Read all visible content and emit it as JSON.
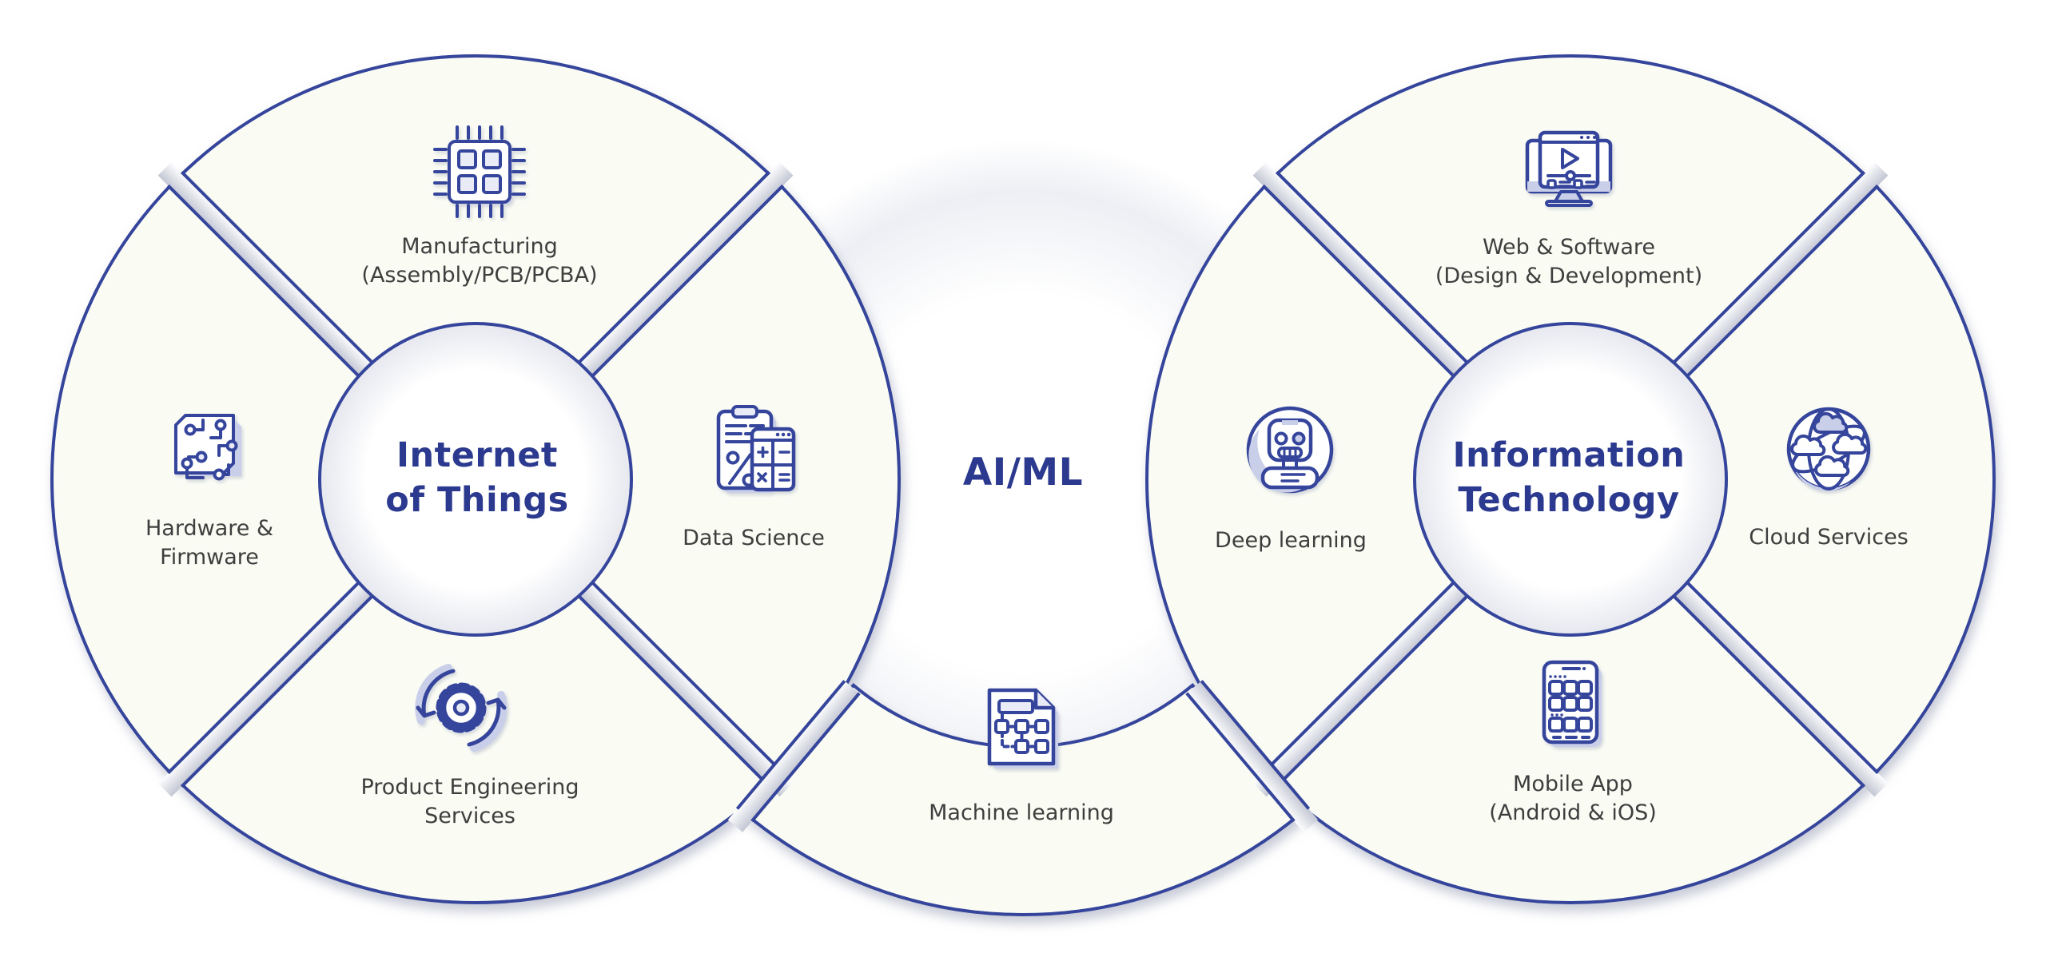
{
  "diagram": {
    "colors": {
      "accent": "#35459b",
      "segment_fill": "#fafcf4",
      "title_color": "#2b3a8e",
      "label_color": "#3e3e3e",
      "channel_gray": "#c3c7d3",
      "icon_shade": "#c9cfe8"
    },
    "clusters": [
      {
        "id": "iot",
        "title_lines": [
          "Internet",
          "of Things"
        ],
        "segments": [
          {
            "id": "manufacturing",
            "icon": "chip-icon",
            "label_lines": [
              "Manufacturing",
              "(Assembly/PCB/PCBA)"
            ]
          },
          {
            "id": "hardware-firmware",
            "icon": "circuit-board-icon",
            "label_lines": [
              "Hardware &",
              "Firmware"
            ]
          },
          {
            "id": "product-engineering-services",
            "icon": "gear-sync-icon",
            "label_lines": [
              "Product Engineering",
              "Services"
            ]
          }
        ]
      },
      {
        "id": "aiml",
        "title_lines": [
          "AI/ML"
        ],
        "segments": [
          {
            "id": "data-science",
            "icon": "calculator-clipboard-icon",
            "label_lines": [
              "Data Science"
            ]
          },
          {
            "id": "machine-learning",
            "icon": "flowchart-document-icon",
            "label_lines": [
              "Machine learning"
            ]
          },
          {
            "id": "deep-learning",
            "icon": "robot-icon",
            "label_lines": [
              "Deep learning"
            ]
          }
        ]
      },
      {
        "id": "it",
        "title_lines": [
          "Information",
          "Technology"
        ],
        "segments": [
          {
            "id": "web-software",
            "icon": "web-player-icon",
            "label_lines": [
              "Web & Software",
              "(Design & Development)"
            ]
          },
          {
            "id": "cloud-services",
            "icon": "globe-cloud-icon",
            "label_lines": [
              "Cloud Services"
            ]
          },
          {
            "id": "mobile-app",
            "icon": "mobile-apps-icon",
            "label_lines": [
              "Mobile App",
              "(Android & iOS)"
            ]
          }
        ]
      }
    ]
  }
}
